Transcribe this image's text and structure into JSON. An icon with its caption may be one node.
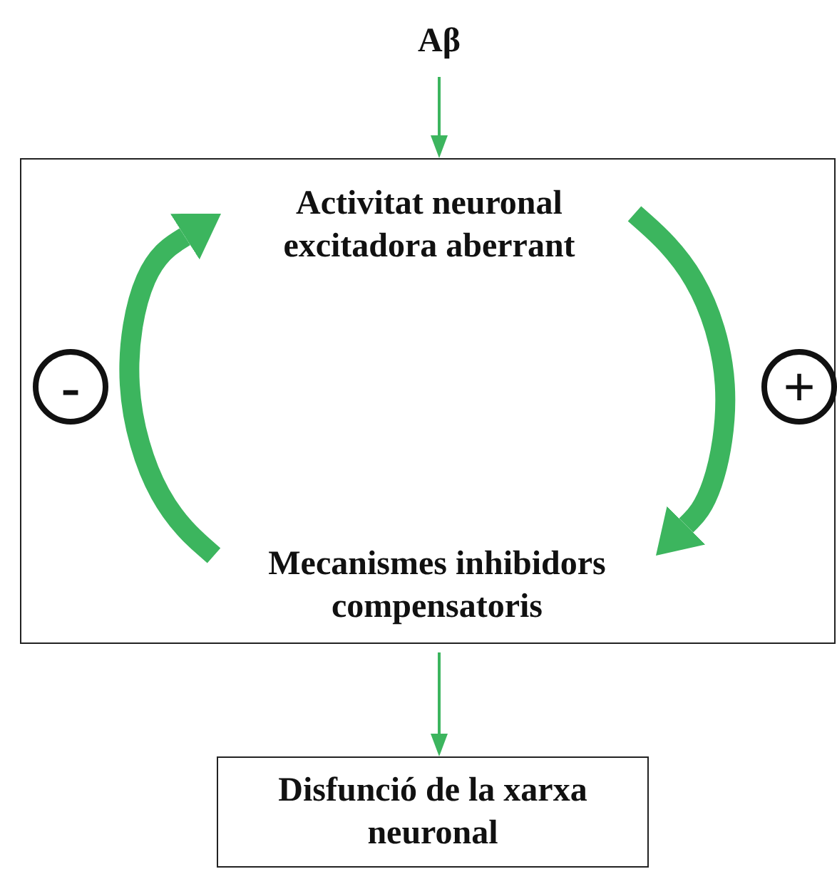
{
  "diagram": {
    "nodes": [
      {
        "text": [
          "Aβ"
        ]
      },
      {
        "text": [],
        "shape": "box"
      },
      {
        "text": [
          "Activitat neuronal excitadora aberrant"
        ],
        "in": 1
      },
      {
        "text": [
          "Mecanismes inhibidors compensatoris"
        ],
        "in": 1
      },
      {
        "text": [
          "Disfunció de la xarxa neuronal"
        ]
      },
      {
        "text": [
          "-"
        ],
        "in": 1
      },
      {
        "text": [
          "+"
        ],
        "in": 1
      }
    ],
    "edges": [
      {
        "from": 0,
        "to": 1,
        "arrow": "to"
      },
      {
        "from": 3,
        "to": 2,
        "arrow": "to",
        "style": "thick"
      },
      {
        "from": 2,
        "to": 3,
        "arrow": "to",
        "style": "thick"
      },
      {
        "from": 1,
        "to": 4,
        "arrow": "to"
      }
    ]
  }
}
